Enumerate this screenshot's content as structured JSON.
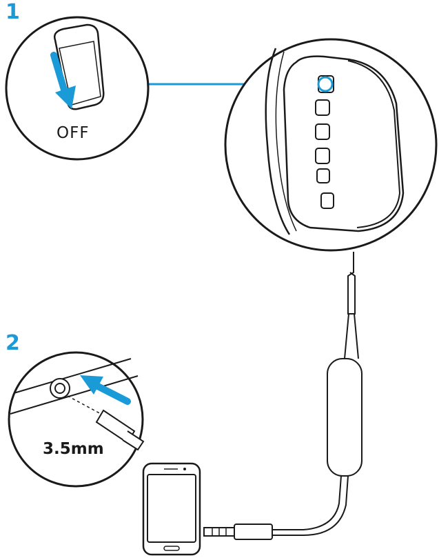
{
  "steps": [
    {
      "number": "1",
      "caption": "OFF"
    },
    {
      "number": "2",
      "caption": "3.5mm"
    }
  ],
  "colors": {
    "accent": "#1a9ad6",
    "line": "#1a1a1a",
    "background": "#ffffff"
  },
  "icons": [
    "power-switch-icon",
    "arrow-down-icon",
    "arrow-insert-icon",
    "audio-jack-icon",
    "headset-earcup-icon",
    "smartphone-icon",
    "cable-plug-icon"
  ]
}
